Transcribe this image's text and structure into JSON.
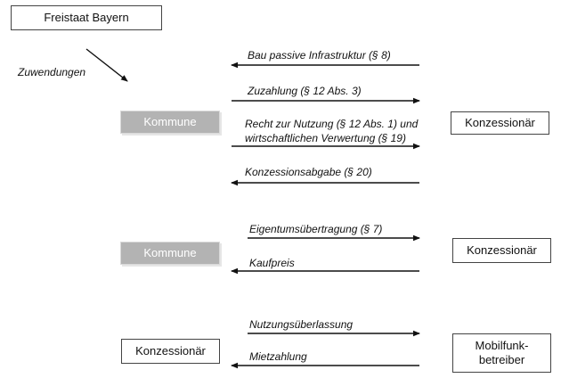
{
  "boxes": {
    "freistaat": "Freistaat Bayern",
    "kommune_1": "Kommune",
    "konzessionaer_1": "Konzessionär",
    "kommune_2": "Kommune",
    "konzessionaer_2": "Konzessionär",
    "konzessionaer_3": "Konzessionär",
    "mobilfunk_line1": "Mobilfunk-",
    "mobilfunk_line2": "betreiber"
  },
  "labels": {
    "zuwendungen": "Zuwendungen",
    "bau_passive": "Bau passive Infrastruktur (§ 8)",
    "zuzahlung": "Zuzahlung (§ 12 Abs. 3)",
    "recht_line1": "Recht zur Nutzung (§ 12 Abs. 1) und",
    "recht_line2": "wirtschaftlichen Verwertung (§ 19)",
    "konzessionsabgabe": "Konzessionsabgabe (§ 20)",
    "eigentum": "Eigentumsübertragung (§ 7)",
    "kaufpreis": "Kaufpreis",
    "nutzung": "Nutzungsüberlassung",
    "miete": "Mietzahlung"
  },
  "colors": {
    "gray_box": "#b3b3b3",
    "line": "#111111"
  }
}
